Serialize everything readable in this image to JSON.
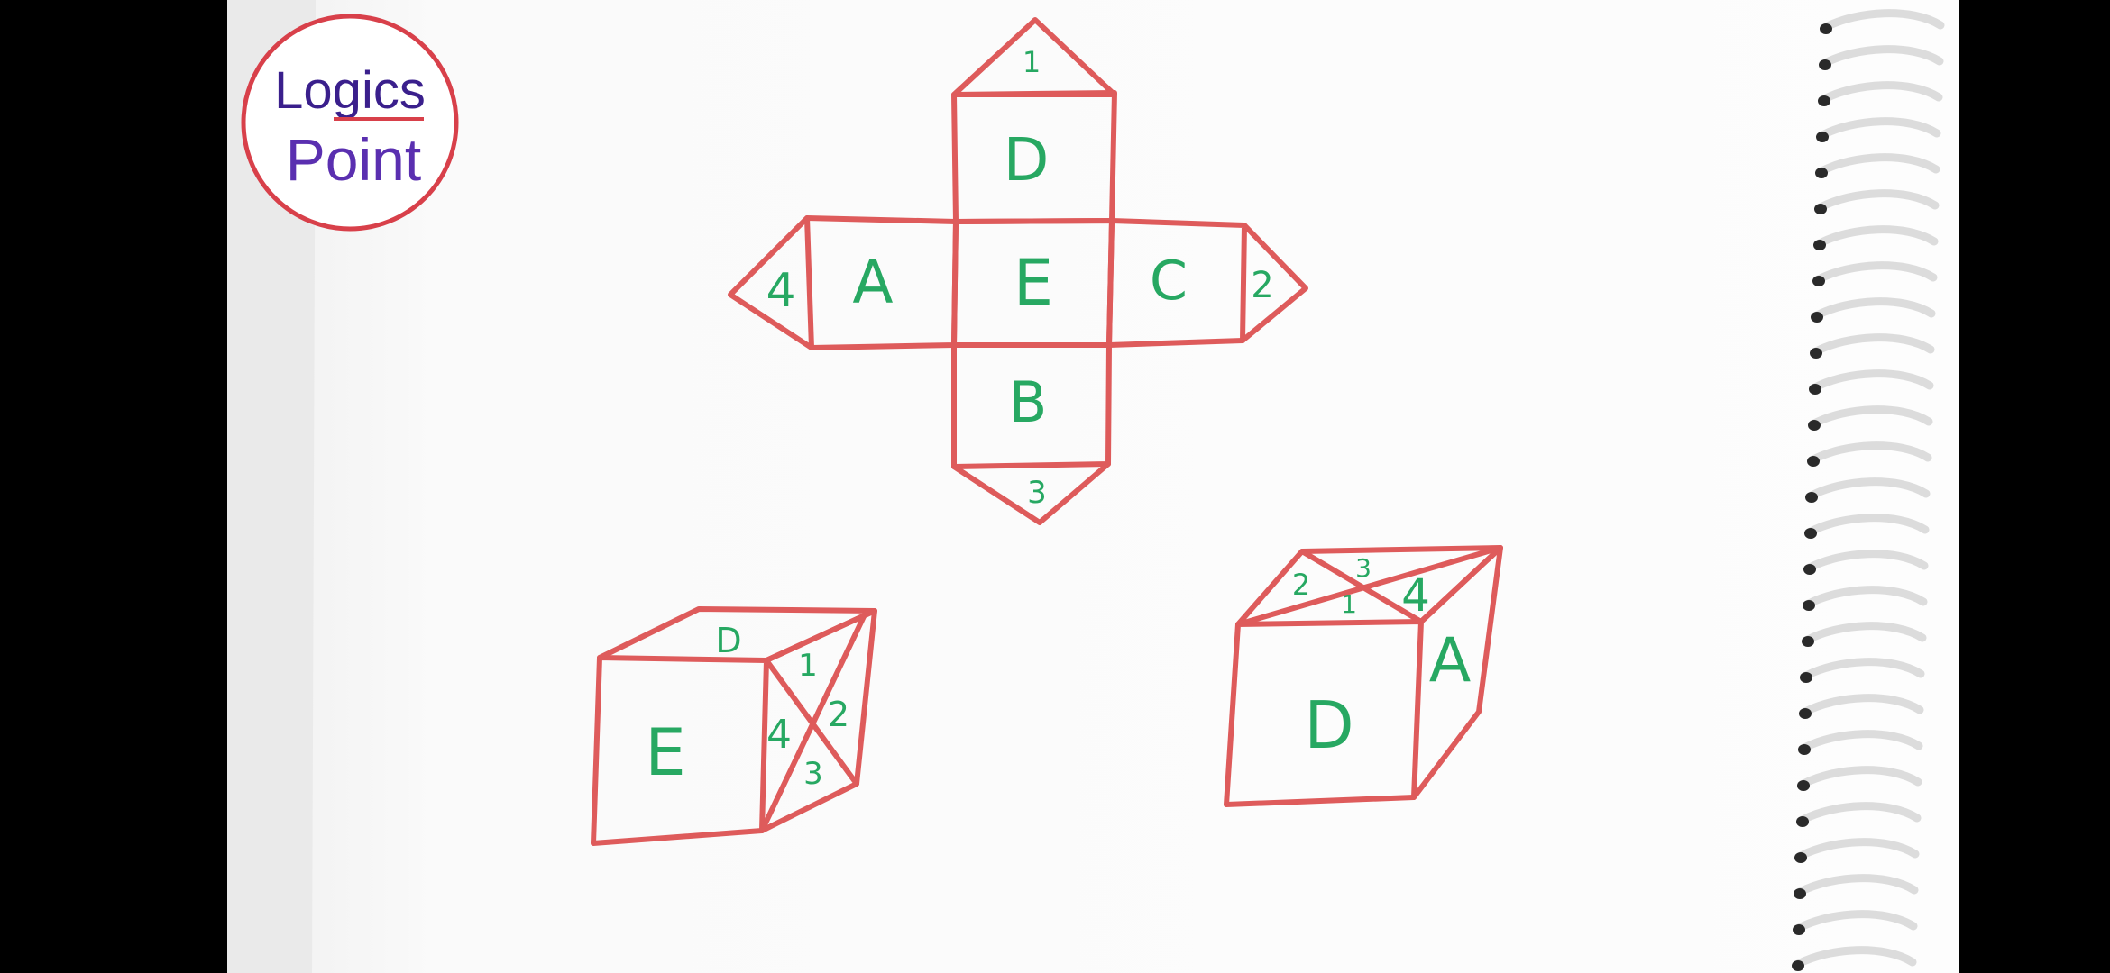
{
  "logo": {
    "line1": "Logics",
    "line2": "Point",
    "ring_color": "#d8404a",
    "text_color": "#4a2ca0"
  },
  "net": {
    "top_flap": "1",
    "top_face": "D",
    "left_flap": "4",
    "left_face": "A",
    "center_face": "E",
    "right_face": "C",
    "right_flap": "2",
    "bottom_face": "B",
    "bottom_flap": "3"
  },
  "cube_left": {
    "top_label": "D",
    "front_label": "E",
    "side_1": "1",
    "side_2": "2",
    "side_3": "3",
    "side_4": "4"
  },
  "cube_right": {
    "top_2": "2",
    "top_3": "3",
    "top_4": "4",
    "top_1": "1",
    "side_label": "A",
    "front_label": "D"
  },
  "colors": {
    "outline": "#de5b5b",
    "labels": "#27a862",
    "paper": "#fbfbfb",
    "spiral": "#e8e8e8"
  }
}
